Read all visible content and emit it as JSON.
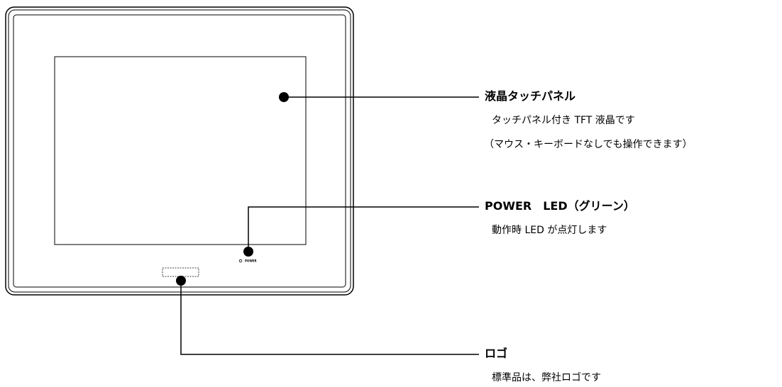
{
  "device": {
    "power_marker_text": "POWER"
  },
  "callouts": {
    "touch_panel": {
      "title": "液晶タッチパネル",
      "lines": [
        "タッチパネル付き TFT 液晶です",
        "（マウス・キーボードなしでも操作できます）"
      ]
    },
    "power_led": {
      "title": "POWER　LED（グリーン）",
      "lines": [
        "動作時 LED が点灯します"
      ]
    },
    "logo": {
      "title": "ロゴ",
      "lines": [
        "標準品は、弊社ロゴです"
      ]
    }
  },
  "colors": {
    "line": "#000000",
    "background": "#ffffff"
  }
}
